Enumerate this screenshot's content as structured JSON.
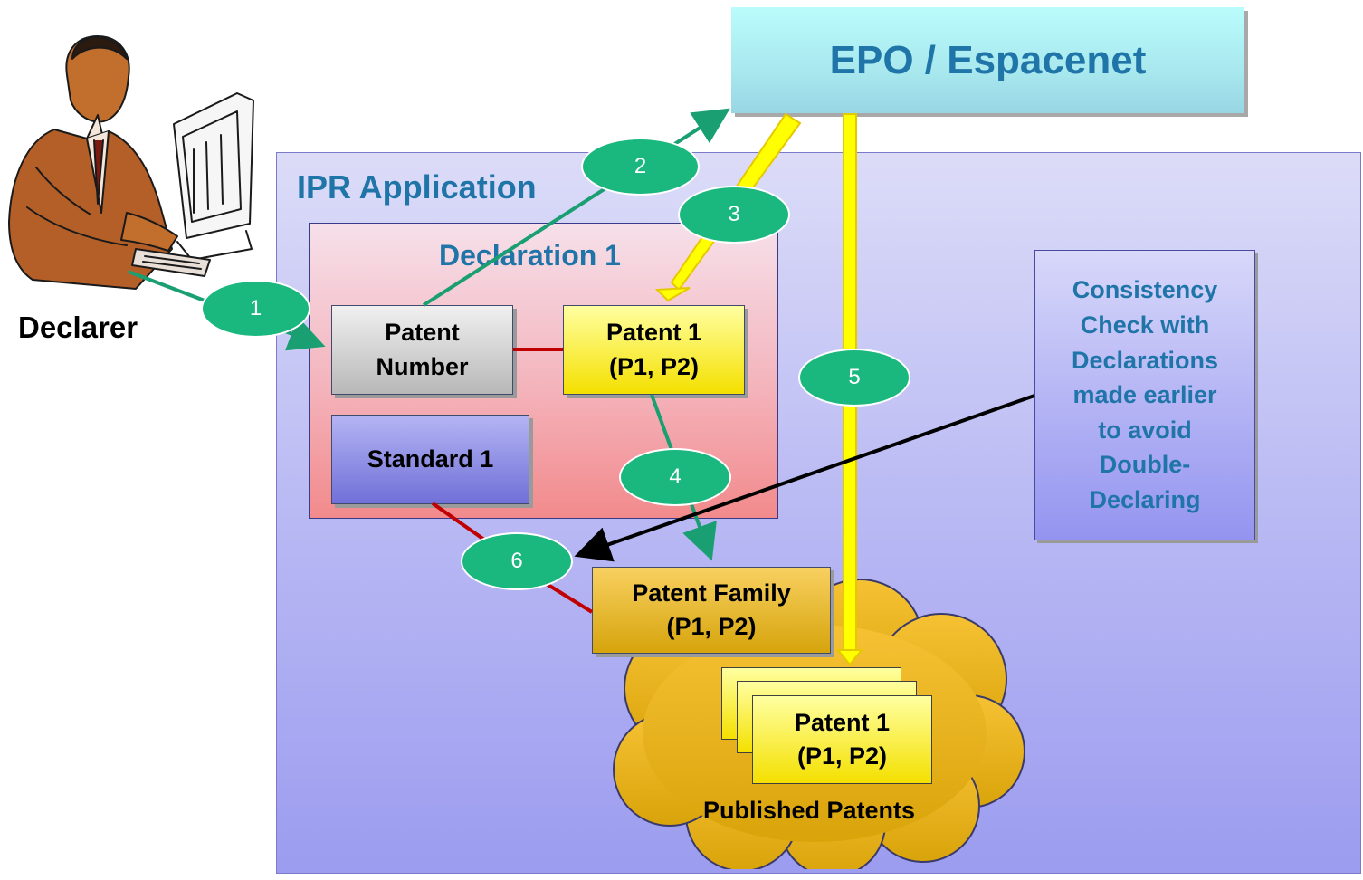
{
  "title": "EPO / Espacenet",
  "ipr_application": {
    "title": "IPR Application"
  },
  "declaration": {
    "title": "Declaration 1",
    "patent_number": "Patent\nNumber",
    "patent_1": "Patent 1\n(P1, P2)",
    "standard_1": "Standard 1"
  },
  "patent_family": "Patent Family\n(P1, P2)",
  "published_patents": {
    "card_label": "Patent 1\n(P1, P2)",
    "label": "Published Patents"
  },
  "consistency_check": "Consistency\nCheck with\nDeclarations\nmade earlier\nto avoid\nDouble-\nDeclaring",
  "declarer": "Declarer",
  "steps": [
    "1",
    "2",
    "3",
    "4",
    "5",
    "6"
  ],
  "colors": {
    "step_badge": "#1ab77f",
    "title_text": "#1f74a8",
    "link_red": "#c00000",
    "flow_green": "#1a9f72",
    "epo_feed_yellow": "#ffff00"
  }
}
